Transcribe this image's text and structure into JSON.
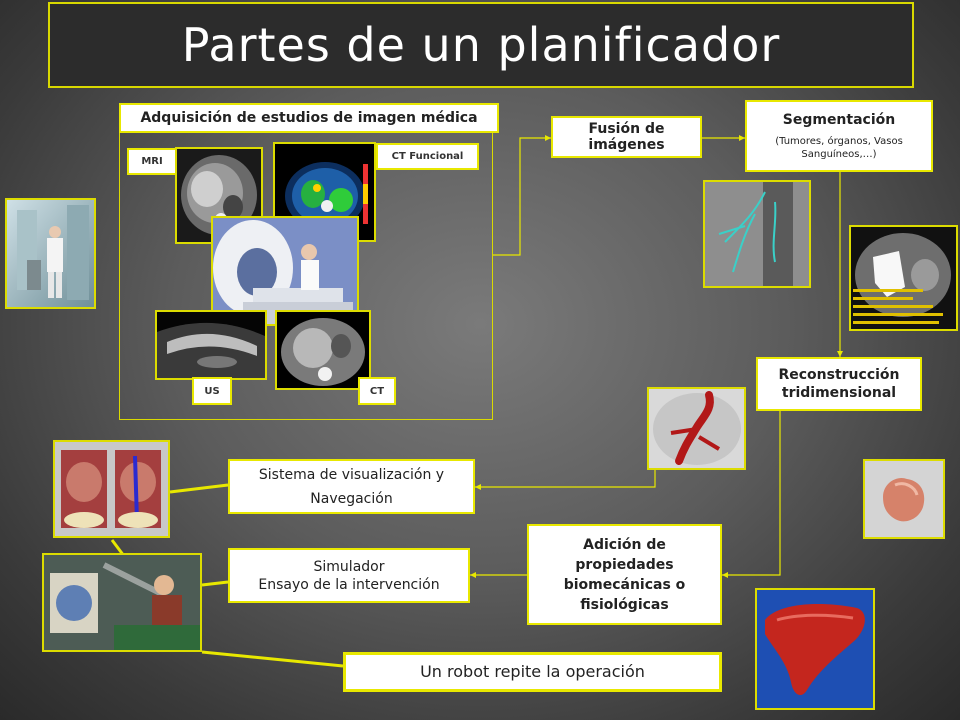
{
  "title": "Partes de un planificador",
  "adquisicion": {
    "label": "Adquisición de estudios de imagen médica",
    "mri": "MRI",
    "ct_funcional": "CT Funcional",
    "us": "US",
    "ct": "CT"
  },
  "fusion": "Fusión de imágenes",
  "segmentacion": {
    "title": "Segmentación",
    "subtitle": "(Tumores, órganos, Vasos Sanguíneos,…)"
  },
  "reconstruccion": {
    "line1": "Reconstrucción",
    "line2": "tridimensional"
  },
  "visualizacion": {
    "line1": "Sistema de visualización y",
    "line2": "Navegación"
  },
  "simulador": {
    "line1": "Simulador",
    "line2": "Ensayo de la intervención"
  },
  "adicion": {
    "line1": "Adición de",
    "line2": "propiedades",
    "line3": "biomecánicas o",
    "line4": "fisiológicas"
  },
  "robot": "Un robot repite la operación",
  "colors": {
    "border": "#e8e800",
    "box_fill": "#ffffff",
    "text": "#222222",
    "title_text": "#ffffff"
  }
}
